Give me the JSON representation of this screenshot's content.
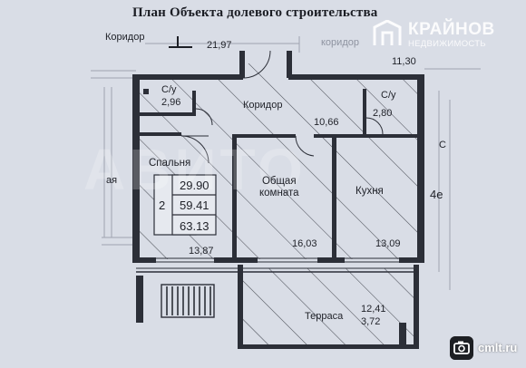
{
  "title": "План Объекта долевого строительства",
  "corridors": {
    "left_label": "Коридор",
    "right_label": "коридор",
    "inner_label": "Коридор"
  },
  "dimensions": {
    "top_span": "21,97",
    "right_top": "11,30",
    "bathroom_left_area": "2,96",
    "bathroom_right_area": "2,80",
    "corridor_inner": "10,66",
    "bedroom_area": "13,87",
    "living_area": "16,03",
    "kitchen_area": "13,09",
    "terrace_area": "12,41",
    "terrace_area_2": "3,72"
  },
  "bathrooms": {
    "left_label": "С/у",
    "right_label": "С/у"
  },
  "rooms": {
    "bedroom": "Спальня",
    "living": "Общая\nкомната",
    "kitchen": "Кухня",
    "terrace": "Терраса"
  },
  "summary": {
    "rooms_count": "2",
    "living_area": "29.90",
    "total_area_no_terrace": "59.41",
    "total_area": "63.13"
  },
  "side_marks": {
    "right_marker": "4е",
    "right_letter": "С",
    "left_fragment": "ая"
  },
  "watermark": {
    "brand": "КРАЙНОВ",
    "sub": "НЕДВИЖИМОСТЬ",
    "site": "cmlt.ru"
  },
  "colors": {
    "paper": "#d9dde6",
    "ink": "#1d1f26",
    "hatch": "#3a3d46"
  }
}
